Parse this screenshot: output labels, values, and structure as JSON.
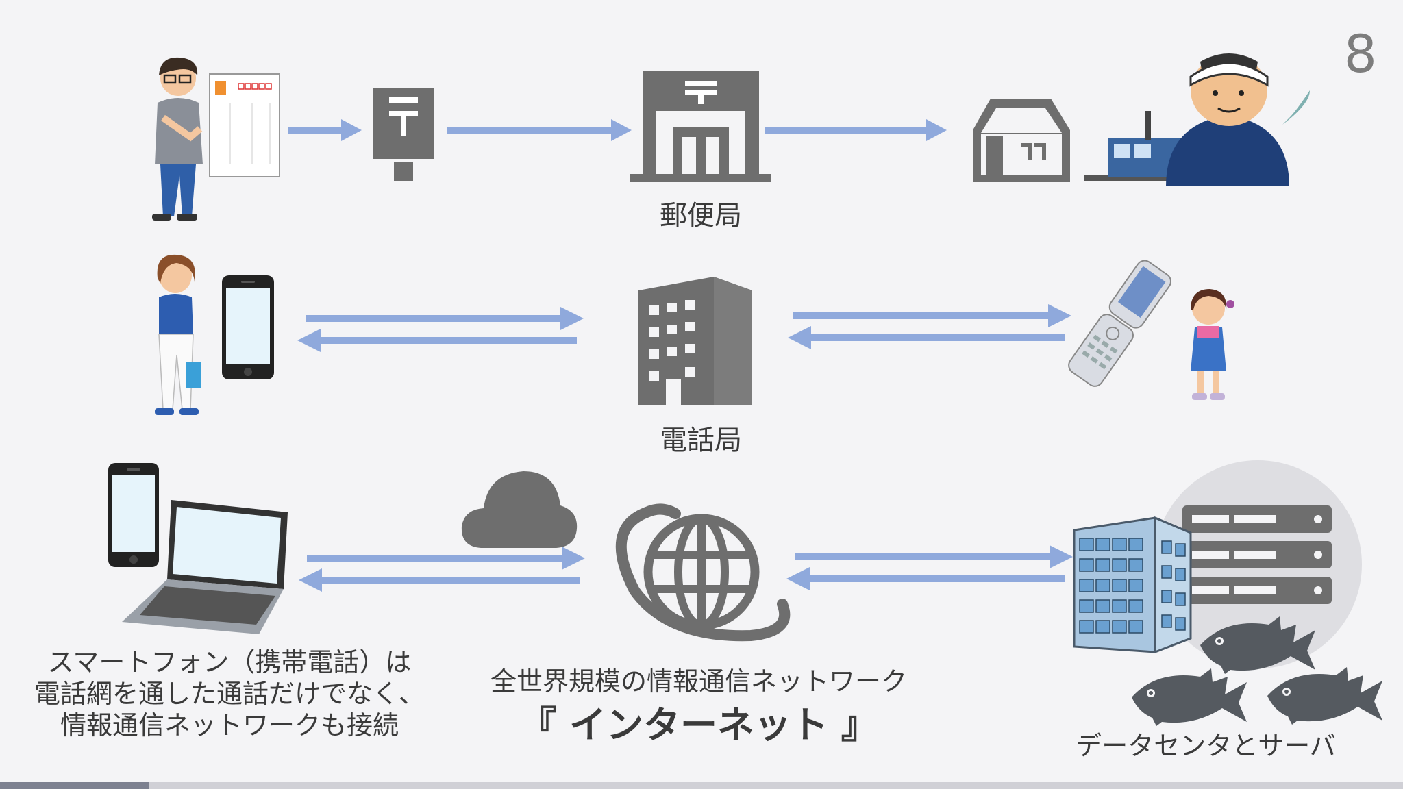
{
  "page_number": "8",
  "row1": {
    "post_office_label": "郵便局"
  },
  "row2": {
    "phone_office_label": "電話局"
  },
  "row3": {
    "smartphone_caption": [
      "スマートフォン（携帯電話）は",
      "電話網を通した通話だけでなく、",
      "情報通信ネットワークも接続"
    ],
    "internet_caption": "全世界規模の情報通信ネットワーク",
    "internet_title": "『 インターネット 』",
    "datacenter_label": "データセンタとサーバ"
  },
  "colors": {
    "arrow": "#8fa9dc",
    "icon": "#6e6e6e",
    "background": "#f4f4f6",
    "progress": "#7d8190"
  },
  "icons": [
    "person-with-postcard",
    "postbox-icon",
    "post-office-icon",
    "house-icon",
    "fisherman-icon",
    "woman-icon",
    "smartphone-icon",
    "building-icon",
    "flip-phone-icon",
    "girl-icon",
    "laptop-icon",
    "cloud-icon",
    "globe-icon",
    "office-building-icon",
    "server-icon",
    "fish-icon"
  ],
  "progress": {
    "fraction": 0.106
  }
}
